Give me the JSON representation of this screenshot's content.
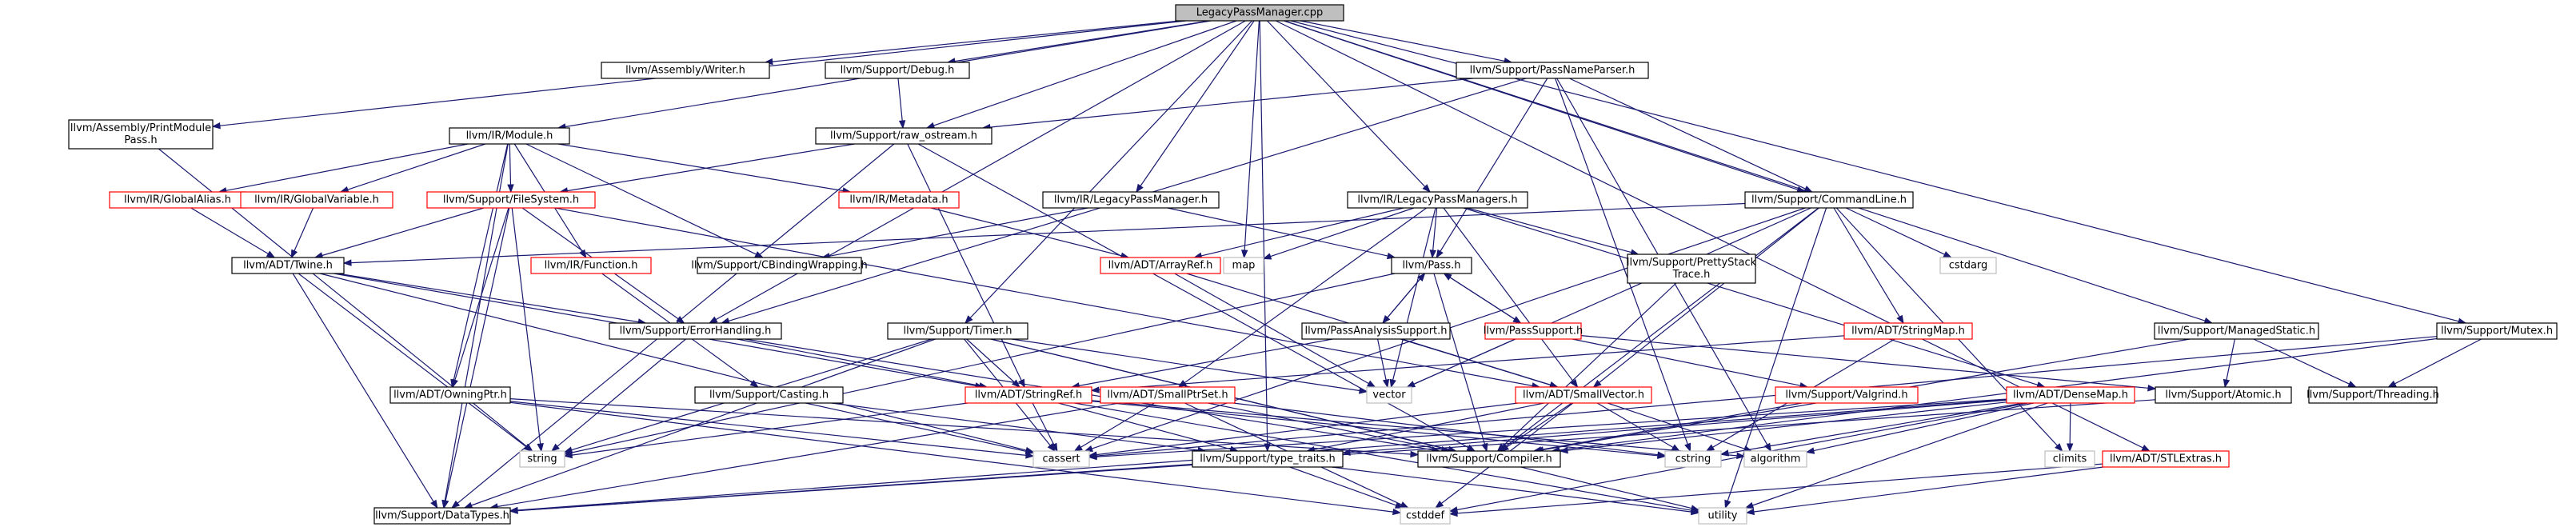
{
  "colors": {
    "edge": "#191970",
    "root_fill": "#bfbfbf",
    "root_border": "#000000",
    "plain_border": "#000000",
    "truncated_border": "#ff0000",
    "unfound_border": "#bfbfbf",
    "fill": "#ffffff",
    "text": "#000000"
  },
  "nodes": [
    {
      "id": "root",
      "lines": [
        "LegacyPassManager.cpp"
      ],
      "style": "root"
    },
    {
      "id": "writer",
      "lines": [
        "llvm/Assembly/Writer.h"
      ],
      "style": "plain"
    },
    {
      "id": "debug",
      "lines": [
        "llvm/Support/Debug.h"
      ],
      "style": "plain"
    },
    {
      "id": "pnp",
      "lines": [
        "llvm/Support/PassNameParser.h"
      ],
      "style": "plain"
    },
    {
      "id": "printmod",
      "lines": [
        "llvm/Assembly/PrintModule",
        "Pass.h"
      ],
      "style": "plain"
    },
    {
      "id": "module",
      "lines": [
        "llvm/IR/Module.h"
      ],
      "style": "plain"
    },
    {
      "id": "raw",
      "lines": [
        "llvm/Support/raw_ostream.h"
      ],
      "style": "plain"
    },
    {
      "id": "galias",
      "lines": [
        "llvm/IR/GlobalAlias.h"
      ],
      "style": "truncated"
    },
    {
      "id": "gvar",
      "lines": [
        "llvm/IR/GlobalVariable.h"
      ],
      "style": "truncated"
    },
    {
      "id": "fs",
      "lines": [
        "llvm/Support/FileSystem.h"
      ],
      "style": "truncated"
    },
    {
      "id": "meta",
      "lines": [
        "llvm/IR/Metadata.h"
      ],
      "style": "truncated"
    },
    {
      "id": "irlpm",
      "lines": [
        "llvm/IR/LegacyPassManager.h"
      ],
      "style": "plain"
    },
    {
      "id": "irlpms",
      "lines": [
        "llvm/IR/LegacyPassManagers.h"
      ],
      "style": "plain"
    },
    {
      "id": "cl",
      "lines": [
        "llvm/Support/CommandLine.h"
      ],
      "style": "plain"
    },
    {
      "id": "twine",
      "lines": [
        "llvm/ADT/Twine.h"
      ],
      "style": "plain"
    },
    {
      "id": "irfunc",
      "lines": [
        "llvm/IR/Function.h"
      ],
      "style": "truncated"
    },
    {
      "id": "cbind",
      "lines": [
        "llvm/Support/CBindingWrapping.h"
      ],
      "style": "plain"
    },
    {
      "id": "arrayref",
      "lines": [
        "llvm/ADT/ArrayRef.h"
      ],
      "style": "truncated"
    },
    {
      "id": "map",
      "lines": [
        "map"
      ],
      "style": "unfound"
    },
    {
      "id": "pass",
      "lines": [
        "llvm/Pass.h"
      ],
      "style": "plain"
    },
    {
      "id": "pst",
      "lines": [
        "llvm/Support/PrettyStack",
        "Trace.h"
      ],
      "style": "plain"
    },
    {
      "id": "cstdarg",
      "lines": [
        "cstdarg"
      ],
      "style": "unfound"
    },
    {
      "id": "errh",
      "lines": [
        "llvm/Support/ErrorHandling.h"
      ],
      "style": "plain"
    },
    {
      "id": "timer",
      "lines": [
        "llvm/Support/Timer.h"
      ],
      "style": "plain"
    },
    {
      "id": "pas",
      "lines": [
        "llvm/PassAnalysisSupport.h"
      ],
      "style": "plain"
    },
    {
      "id": "passsup",
      "lines": [
        "llvm/PassSupport.h"
      ],
      "style": "truncated"
    },
    {
      "id": "strmap",
      "lines": [
        "llvm/ADT/StringMap.h"
      ],
      "style": "truncated"
    },
    {
      "id": "mstatic",
      "lines": [
        "llvm/Support/ManagedStatic.h"
      ],
      "style": "plain"
    },
    {
      "id": "mutex",
      "lines": [
        "llvm/Support/Mutex.h"
      ],
      "style": "plain"
    },
    {
      "id": "owning",
      "lines": [
        "llvm/ADT/OwningPtr.h"
      ],
      "style": "plain"
    },
    {
      "id": "casting",
      "lines": [
        "llvm/Support/Casting.h"
      ],
      "style": "plain"
    },
    {
      "id": "strref",
      "lines": [
        "llvm/ADT/StringRef.h"
      ],
      "style": "truncated"
    },
    {
      "id": "sps",
      "lines": [
        "llvm/ADT/SmallPtrSet.h"
      ],
      "style": "truncated"
    },
    {
      "id": "vector",
      "lines": [
        "vector"
      ],
      "style": "unfound"
    },
    {
      "id": "svec",
      "lines": [
        "llvm/ADT/SmallVector.h"
      ],
      "style": "truncated"
    },
    {
      "id": "valgrind",
      "lines": [
        "llvm/Support/Valgrind.h"
      ],
      "style": "truncated"
    },
    {
      "id": "densemap",
      "lines": [
        "llvm/ADT/DenseMap.h"
      ],
      "style": "truncated"
    },
    {
      "id": "atomic",
      "lines": [
        "llvm/Support/Atomic.h"
      ],
      "style": "plain"
    },
    {
      "id": "threading",
      "lines": [
        "llvm/Support/Threading.h"
      ],
      "style": "plain"
    },
    {
      "id": "string",
      "lines": [
        "string"
      ],
      "style": "unfound"
    },
    {
      "id": "cassert",
      "lines": [
        "cassert"
      ],
      "style": "unfound"
    },
    {
      "id": "typetraits",
      "lines": [
        "llvm/Support/type_traits.h"
      ],
      "style": "plain"
    },
    {
      "id": "compiler",
      "lines": [
        "llvm/Support/Compiler.h"
      ],
      "style": "plain"
    },
    {
      "id": "cstring",
      "lines": [
        "cstring"
      ],
      "style": "unfound"
    },
    {
      "id": "algorithm",
      "lines": [
        "algorithm"
      ],
      "style": "unfound"
    },
    {
      "id": "climits",
      "lines": [
        "climits"
      ],
      "style": "unfound"
    },
    {
      "id": "stlextras",
      "lines": [
        "llvm/ADT/STLExtras.h"
      ],
      "style": "truncated"
    },
    {
      "id": "datatypes",
      "lines": [
        "llvm/Support/DataTypes.h"
      ],
      "style": "plain"
    },
    {
      "id": "cstddef",
      "lines": [
        "cstddef"
      ],
      "style": "unfound"
    },
    {
      "id": "utility",
      "lines": [
        "utility"
      ],
      "style": "unfound"
    }
  ],
  "edges": [
    [
      "root",
      "writer"
    ],
    [
      "root",
      "debug"
    ],
    [
      "root",
      "pnp"
    ],
    [
      "root",
      "printmod"
    ],
    [
      "root",
      "module"
    ],
    [
      "root",
      "raw"
    ],
    [
      "root",
      "irlpm"
    ],
    [
      "root",
      "irlpms"
    ],
    [
      "root",
      "cl"
    ],
    [
      "root",
      "map"
    ],
    [
      "root",
      "errh"
    ],
    [
      "root",
      "timer"
    ],
    [
      "root",
      "mstatic"
    ],
    [
      "root",
      "mutex"
    ],
    [
      "root",
      "typetraits"
    ],
    [
      "debug",
      "raw"
    ],
    [
      "pnp",
      "raw"
    ],
    [
      "pnp",
      "cl"
    ],
    [
      "pnp",
      "pass"
    ],
    [
      "pnp",
      "errh"
    ],
    [
      "pnp",
      "cstring"
    ],
    [
      "pnp",
      "algorithm"
    ],
    [
      "printmod",
      "string"
    ],
    [
      "module",
      "galias"
    ],
    [
      "module",
      "gvar"
    ],
    [
      "module",
      "fs"
    ],
    [
      "module",
      "meta"
    ],
    [
      "module",
      "irfunc"
    ],
    [
      "module",
      "cbind"
    ],
    [
      "module",
      "owning"
    ],
    [
      "module",
      "datatypes"
    ],
    [
      "raw",
      "fs"
    ],
    [
      "raw",
      "strref"
    ],
    [
      "raw",
      "compiler"
    ],
    [
      "raw",
      "datatypes"
    ],
    [
      "galias",
      "twine"
    ],
    [
      "gvar",
      "twine"
    ],
    [
      "fs",
      "twine"
    ],
    [
      "fs",
      "errh"
    ],
    [
      "fs",
      "owning"
    ],
    [
      "fs",
      "svec"
    ],
    [
      "fs",
      "string"
    ],
    [
      "fs",
      "datatypes"
    ],
    [
      "meta",
      "arrayref"
    ],
    [
      "irfunc",
      "casting"
    ],
    [
      "irlpm",
      "pass"
    ],
    [
      "irlpm",
      "cbind"
    ],
    [
      "irlpms",
      "pass"
    ],
    [
      "irlpms",
      "pst"
    ],
    [
      "irlpms",
      "map"
    ],
    [
      "irlpms",
      "arrayref"
    ],
    [
      "irlpms",
      "densemap"
    ],
    [
      "irlpms",
      "svec"
    ],
    [
      "irlpms",
      "vector"
    ],
    [
      "irlpms",
      "sps"
    ],
    [
      "cl",
      "twine"
    ],
    [
      "cl",
      "strmap"
    ],
    [
      "cl",
      "cstdarg"
    ],
    [
      "cl",
      "svec"
    ],
    [
      "cl",
      "vector"
    ],
    [
      "cl",
      "compiler"
    ],
    [
      "cl",
      "cassert"
    ],
    [
      "cl",
      "climits"
    ],
    [
      "cl",
      "utility"
    ],
    [
      "twine",
      "strref"
    ],
    [
      "twine",
      "errh"
    ],
    [
      "twine",
      "datatypes"
    ],
    [
      "twine",
      "string"
    ],
    [
      "twine",
      "cassert"
    ],
    [
      "arrayref",
      "svec"
    ],
    [
      "arrayref",
      "vector"
    ],
    [
      "pass",
      "pas"
    ],
    [
      "pass",
      "passsup"
    ],
    [
      "pass",
      "compiler"
    ],
    [
      "pass",
      "string"
    ],
    [
      "pst",
      "compiler"
    ],
    [
      "errh",
      "strref"
    ],
    [
      "errh",
      "compiler"
    ],
    [
      "errh",
      "string"
    ],
    [
      "timer",
      "strref"
    ],
    [
      "timer",
      "datatypes"
    ],
    [
      "timer",
      "compiler"
    ],
    [
      "timer",
      "cassert"
    ],
    [
      "timer",
      "string"
    ],
    [
      "timer",
      "utility"
    ],
    [
      "timer",
      "vector"
    ],
    [
      "pas",
      "pass"
    ],
    [
      "pas",
      "strref"
    ],
    [
      "pas",
      "svec"
    ],
    [
      "pas",
      "vector"
    ],
    [
      "passsup",
      "pass"
    ],
    [
      "passsup",
      "atomic"
    ],
    [
      "passsup",
      "valgrind"
    ],
    [
      "passsup",
      "vector"
    ],
    [
      "strmap",
      "strref"
    ],
    [
      "strmap",
      "cstring"
    ],
    [
      "mstatic",
      "atomic"
    ],
    [
      "mstatic",
      "threading"
    ],
    [
      "mstatic",
      "compiler"
    ],
    [
      "mutex",
      "threading"
    ],
    [
      "mutex",
      "compiler"
    ],
    [
      "mutex",
      "cassert"
    ],
    [
      "owning",
      "compiler"
    ],
    [
      "owning",
      "cassert"
    ],
    [
      "owning",
      "cstddef"
    ],
    [
      "casting",
      "typetraits"
    ],
    [
      "casting",
      "cassert"
    ],
    [
      "strref",
      "typetraits"
    ],
    [
      "strref",
      "algorithm"
    ],
    [
      "strref",
      "cassert"
    ],
    [
      "strref",
      "cstring"
    ],
    [
      "strref",
      "string"
    ],
    [
      "strref",
      "utility"
    ],
    [
      "sps",
      "compiler"
    ],
    [
      "sps",
      "datatypes"
    ],
    [
      "sps",
      "cassert"
    ],
    [
      "sps",
      "cstddef"
    ],
    [
      "sps",
      "cstring"
    ],
    [
      "sps",
      "iterator_skip"
    ],
    [
      "svec",
      "compiler"
    ],
    [
      "svec",
      "typetraits"
    ],
    [
      "svec",
      "algorithm"
    ],
    [
      "svec",
      "cassert"
    ],
    [
      "svec",
      "cstddef"
    ],
    [
      "svec",
      "cstring"
    ],
    [
      "valgrind",
      "compiler"
    ],
    [
      "valgrind",
      "cstddef_skip"
    ],
    [
      "densemap",
      "compiler"
    ],
    [
      "densemap",
      "typetraits"
    ],
    [
      "densemap",
      "algorithm"
    ],
    [
      "densemap",
      "cassert"
    ],
    [
      "densemap",
      "climits"
    ],
    [
      "densemap",
      "cstddef"
    ],
    [
      "densemap",
      "cstring"
    ],
    [
      "densemap",
      "utility"
    ],
    [
      "densemap",
      "datatypes"
    ],
    [
      "atomic",
      "datatypes"
    ],
    [
      "typetraits",
      "datatypes"
    ],
    [
      "typetraits",
      "cstddef"
    ],
    [
      "typetraits",
      "utility"
    ],
    [
      "stlextras",
      "cstddef"
    ],
    [
      "stlextras",
      "utility"
    ],
    [
      "root",
      "stlextras"
    ]
  ]
}
